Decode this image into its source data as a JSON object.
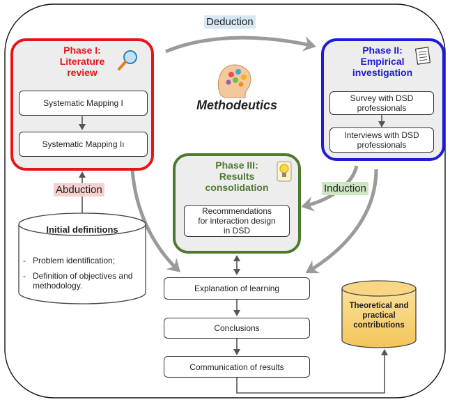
{
  "labels": {
    "deduction": "Deduction",
    "abduction": "Abduction",
    "induction": "Induction",
    "center": "Methodeutics"
  },
  "phase1": {
    "title_line1": "Phase I:",
    "title_line2": "Literature",
    "title_line3": "review",
    "step1": "Systematic Mapping I",
    "step2": "Systematic Mapping Iı"
  },
  "phase2": {
    "title_line1": "Phase II:",
    "title_line2": "Empirical",
    "title_line3": "investigation",
    "step1_line1": "Survey with DSD",
    "step1_line2": "professionals",
    "step2_line1": "Interviews with DSD",
    "step2_line2": "professionals"
  },
  "phase3": {
    "title_line1": "Phase III:",
    "title_line2": "Results",
    "title_line3": "consolidation",
    "rec_line1": "Recommendations",
    "rec_line2": "for interaction design",
    "rec_line3": "in DSD"
  },
  "initial": {
    "title": "Initial definitions",
    "items": [
      {
        "dash": "-",
        "text": "Problem identification;"
      },
      {
        "dash": "-",
        "text": "Definition of objectives and methodology."
      }
    ]
  },
  "flow": {
    "explanation": "Explanation of learning",
    "conclusions": "Conclusions",
    "communication": "Communication of results"
  },
  "contributions": {
    "line1": "Theoretical and",
    "line2": "practical",
    "line3": "contributions"
  },
  "colors": {
    "phase1": "#e8141b",
    "phase2": "#1d1bd6",
    "phase3": "#4d7a2e",
    "phase_fill": "#ededed",
    "deduction_bg": "#d7e7f4",
    "abduction_bg": "#f6cfcf",
    "induction_bg": "#cfe6c4",
    "contrib_fill": "#f7cf73"
  }
}
